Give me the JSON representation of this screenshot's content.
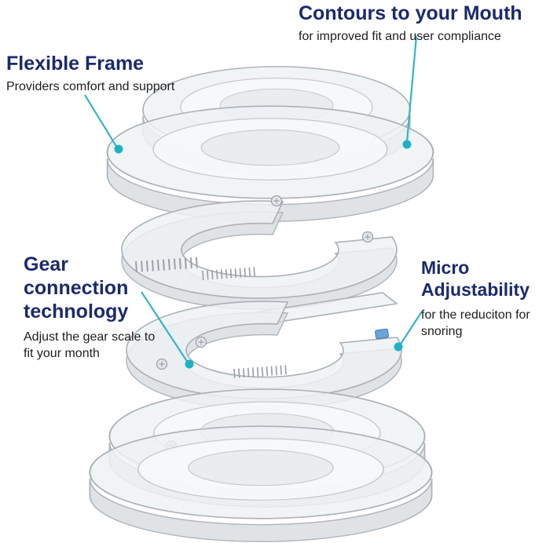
{
  "annotations": {
    "contours": {
      "title": "Contours to your Mouth",
      "subtitle": "for improved fit and user compliance"
    },
    "flexible_frame": {
      "title": "Flexible Frame",
      "subtitle": "Providers comfort and support"
    },
    "gear_connection": {
      "title": "Gear connection technology",
      "subtitle": "Adjust the gear scale to fit your month"
    },
    "micro_adjustability": {
      "title": "Micro Adjustability",
      "subtitle": "for the reduciton for snoring"
    }
  },
  "illustration": {
    "name": "exploded-mouthguard-diagram"
  },
  "colors": {
    "heading": "#1b2a6b",
    "body": "#1d1d1f",
    "callout": "#35b4c7",
    "dot": "#1fb0c4"
  }
}
